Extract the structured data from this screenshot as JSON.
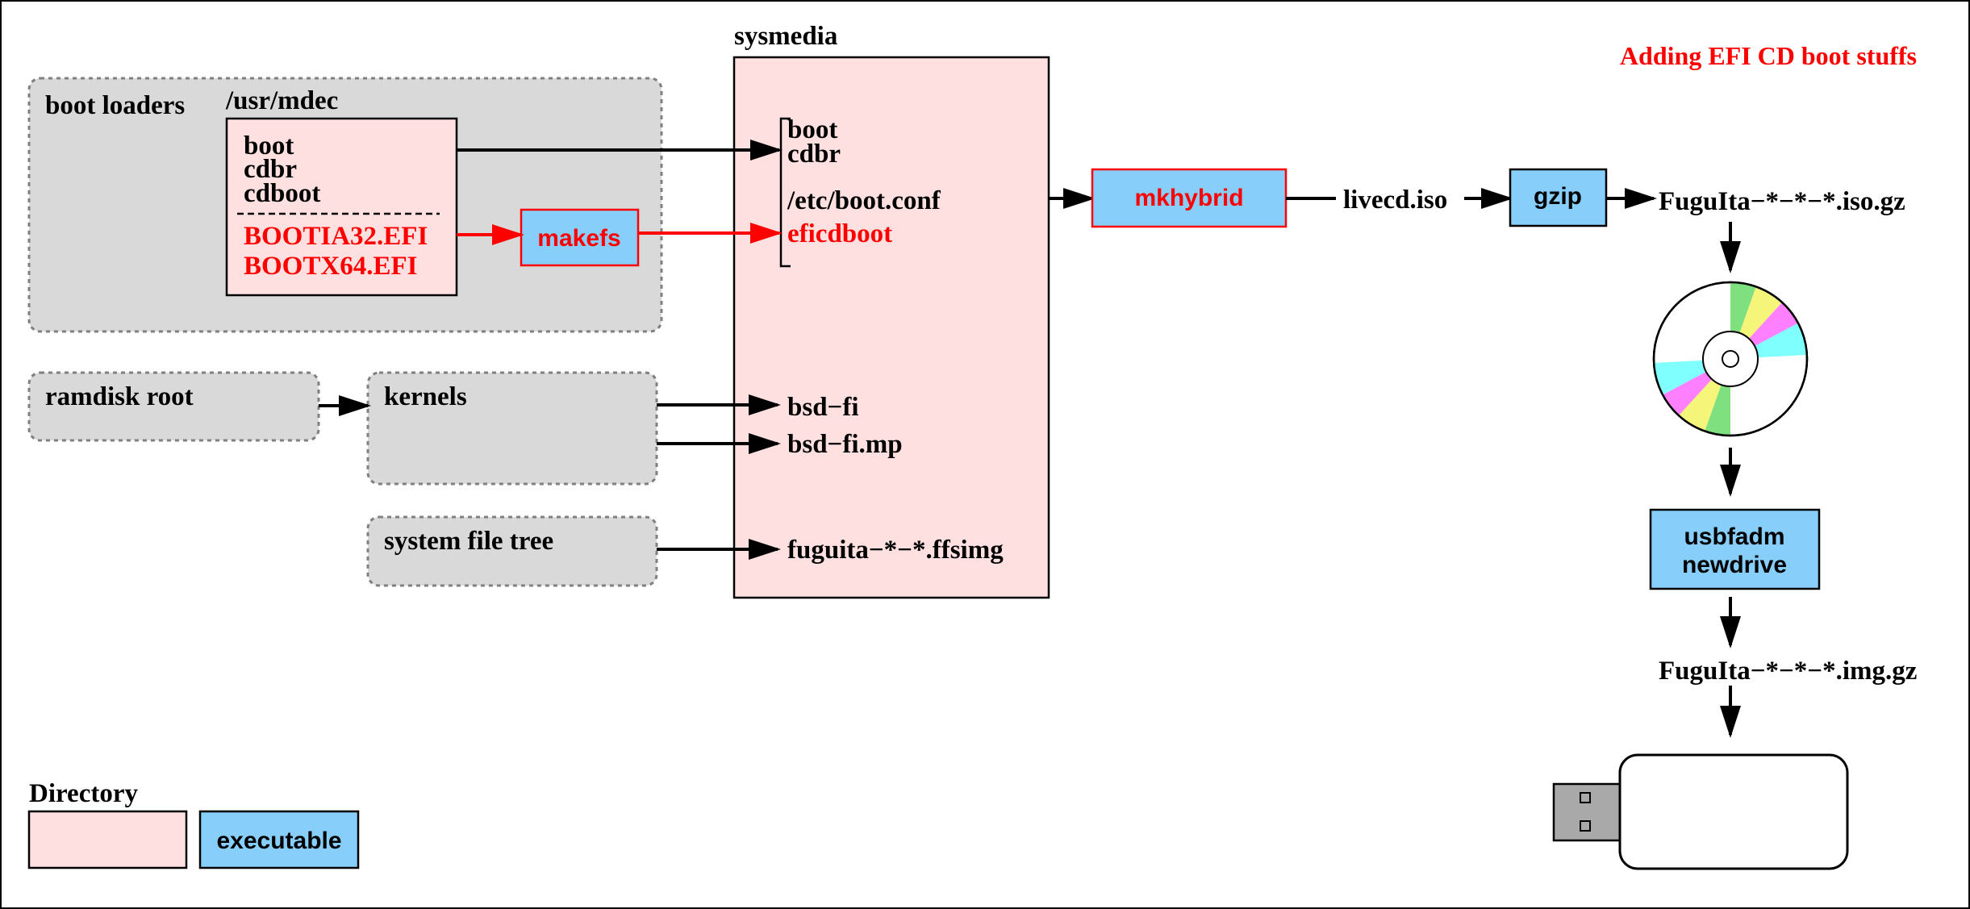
{
  "title": "Adding EFI CD boot stuffs",
  "groups": {
    "boot_loaders": "boot loaders",
    "ramdisk_root": "ramdisk root",
    "kernels": "kernels",
    "system_file_tree": "system file tree"
  },
  "usr_mdec": {
    "label": "/usr/mdec",
    "files": [
      "boot",
      "cdbr",
      "cdboot"
    ],
    "efi_files": [
      "BOOTIA32.EFI",
      "BOOTX64.EFI"
    ]
  },
  "sysmedia": {
    "label": "sysmedia",
    "entries": {
      "boot": "boot",
      "cdbr": "cdbr",
      "boot_conf": "/etc/boot.conf",
      "eficdboot": "eficdboot",
      "bsd_fi": "bsd−fi",
      "bsd_fi_mp": "bsd−fi.mp",
      "ffsimg": "fuguita−*−*.ffsimg"
    }
  },
  "executables": {
    "makefs": "makefs",
    "mkhybrid": "mkhybrid",
    "gzip": "gzip",
    "usbfadm_line1": "usbfadm",
    "usbfadm_line2": "newdrive"
  },
  "outputs": {
    "livecd": "livecd.iso",
    "iso_gz": "FuguIta−*−*−*.iso.gz",
    "img_gz": "FuguIta−*−*−*.img.gz"
  },
  "legend": {
    "directory": "Directory",
    "executable": "executable"
  },
  "colors": {
    "directory_fill": "#ffe0e0",
    "executable_fill": "#87cefa",
    "group_fill": "#d9d9d9",
    "highlight": "#ff0000",
    "disc_green": "#7fe07f",
    "disc_yellow": "#f5f57a",
    "disc_magenta": "#ff80ff",
    "disc_cyan": "#80ffff"
  },
  "icons": [
    "cd-disc-icon",
    "usb-drive-icon"
  ]
}
